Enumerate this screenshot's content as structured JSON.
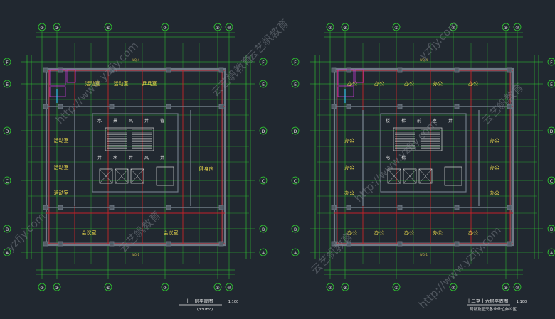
{
  "colors": {
    "background": "#212830",
    "axis_green": "#2fd02f",
    "wall_grey": "#6f7a86",
    "beam_red": "#c4202a",
    "text_white": "#e8e8e8",
    "text_yellow": "#e6d54a",
    "dim_yellow": "#c9b84a",
    "stair_white": "#d8d8d8",
    "magenta": "#c63ad4",
    "cyan": "#30c8e8",
    "watermark": "#8a9099"
  },
  "plans": [
    {
      "id": "left",
      "col_labels": [
        "②",
        "③",
        "⑤",
        "⑦",
        "⑨",
        "⑩"
      ],
      "row_labels": [
        "F",
        "E",
        "D",
        "C",
        "B",
        "A"
      ],
      "dim_top": "WQ-4",
      "dim_bottom": "WQ-1",
      "rooms": {
        "top": [
          "活动室",
          "活动室",
          "乒乓室"
        ],
        "left": [
          "活动室",
          "活动室",
          "活动室"
        ],
        "right": "健身房",
        "bottom": [
          "会议室",
          "会议室"
        ]
      },
      "core_labels": [
        "水",
        "景",
        "风",
        "井",
        "管",
        "井",
        "水",
        "井",
        "风",
        "井"
      ],
      "title": "十一层平面图",
      "scale": "1:100",
      "subtitle": "(330m²)"
    },
    {
      "id": "right",
      "col_labels": [
        "②",
        "③",
        "⑤",
        "⑦",
        "⑨",
        "⑩"
      ],
      "row_labels": [
        "F",
        "E",
        "D",
        "C",
        "B",
        "A"
      ],
      "dim_top": "WQ-4",
      "dim_bottom": "WQ-1",
      "rooms": {
        "top": [
          "办公",
          "办公",
          "办公",
          "办公",
          "办公"
        ],
        "left": [
          "办公",
          "办公",
          "办公"
        ],
        "right": [
          "办公",
          "办公",
          "办公"
        ],
        "bottom": [
          "办公",
          "办公",
          "办公",
          "办公",
          "办公"
        ]
      },
      "core_labels": [
        "楼",
        "梯",
        "前",
        "室",
        "井",
        "电",
        "梯"
      ],
      "title": "十二至十六层平面图",
      "scale": "1:100",
      "subtitle": "局部及园天各业单位办公区"
    }
  ],
  "watermarks": [
    "http://www.yzfjy.com",
    "云艺帆教育",
    "yzfjy.com"
  ]
}
